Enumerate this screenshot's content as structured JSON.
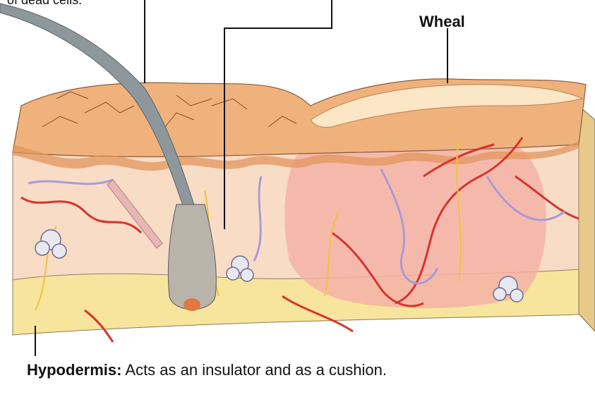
{
  "labels": {
    "top_fragment": "of dead cells.",
    "wheal": "Wheal",
    "hypodermis_term": "Hypodermis:",
    "hypodermis_desc": "Acts as an insulator and as a cushion."
  },
  "colors": {
    "epidermis": "#f0b27c",
    "epidermis_dark": "#e2955c",
    "dermis": "#f8dcc6",
    "dermis_light": "#fbe9da",
    "wheal_zone": "#f4b3a7",
    "hypodermis": "#f7e59e",
    "hair": "#8e979b",
    "vessel_red": "#d8332b",
    "vessel_purple": "#a99ad6",
    "nerve_yellow": "#f2c23a",
    "leader": "#111111"
  }
}
